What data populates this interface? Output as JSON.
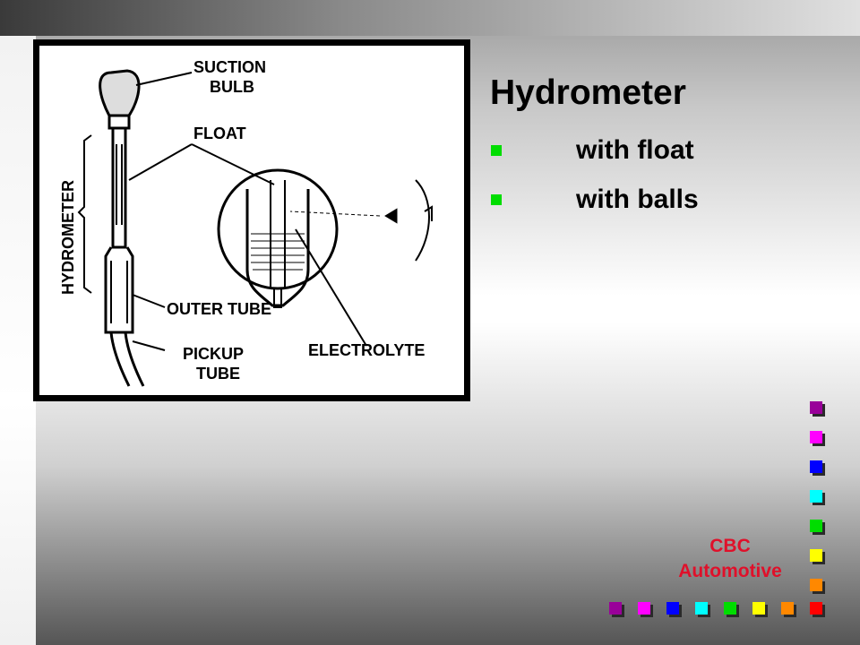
{
  "slide": {
    "title": "Hydrometer",
    "bullets": [
      {
        "text": "with float"
      },
      {
        "text": "with balls"
      }
    ],
    "brand": {
      "line1": "CBC",
      "line2": "Automotive"
    }
  },
  "figure": {
    "labels": {
      "suction_bulb_1": "SUCTION",
      "suction_bulb_2": "BULB",
      "float": "FLOAT",
      "hydrometer": "HYDROMETER",
      "outer_tube": "OUTER TUBE",
      "pickup_1": "PICKUP",
      "pickup_2": "TUBE",
      "electrolyte": "ELECTROLYTE"
    }
  },
  "colors": {
    "bullet": "#00dd00",
    "brand_text": "#e0102a",
    "squares": [
      "#990099",
      "#ff00ff",
      "#0000ff",
      "#00ffff",
      "#00dd00",
      "#ffff00",
      "#ff8800",
      "#ff0000"
    ]
  }
}
